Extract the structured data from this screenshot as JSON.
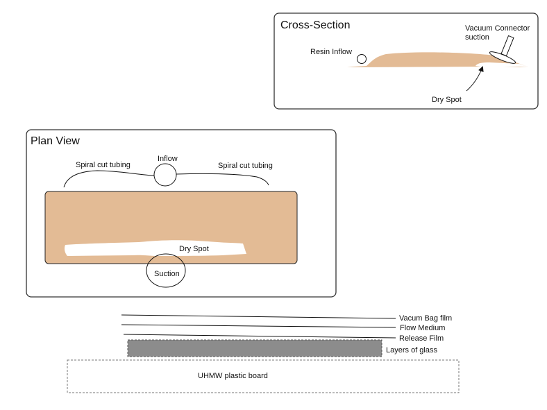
{
  "colors": {
    "resin": "#e3bb95",
    "dry_spot": "#ffffff",
    "glass": "#8c8c8c",
    "outline": "#222222"
  },
  "cross_section": {
    "title": "Cross-Section",
    "resin_inflow_label": "Resin Inflow",
    "vacuum_connector_label_line1": "Vacuum Connector",
    "vacuum_connector_label_line2": "suction",
    "dry_spot_label": "Dry Spot"
  },
  "plan_view": {
    "title": "Plan View",
    "inflow_label": "Inflow",
    "tubing_left_label": "Spiral cut tubing",
    "tubing_right_label": "Spiral cut tubing",
    "dry_spot_label": "Dry Spot",
    "suction_label": "Suction"
  },
  "layers": {
    "items": [
      {
        "label": "Vacum Bag film"
      },
      {
        "label": "Flow Medium"
      },
      {
        "label": "Release Film"
      },
      {
        "label": "Layers of glass"
      }
    ],
    "board_label": "UHMW plastic board"
  }
}
